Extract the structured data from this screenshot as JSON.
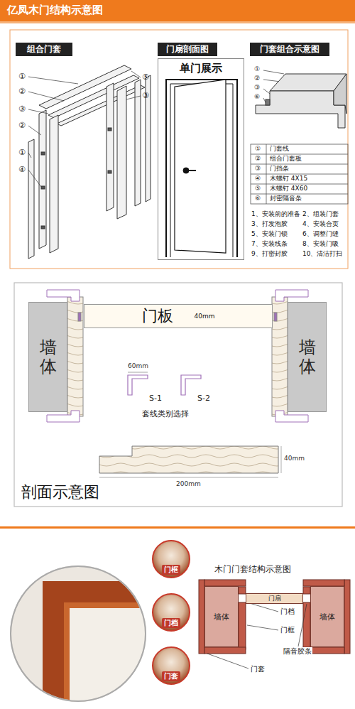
{
  "diagram": {
    "title": "亿凤木门结构示意图",
    "nodes": [
      {
        "text": [
          "组合门套"
        ]
      },
      {
        "text": [
          "门扇剖面图"
        ]
      },
      {
        "text": [
          "门套组合示意图"
        ]
      },
      {
        "text": [
          "单门展示"
        ]
      },
      {
        "text": [
          "墙体"
        ]
      },
      {
        "text": [
          "墙体"
        ]
      },
      {
        "text": [
          "门板",
          "40mm"
        ]
      },
      {
        "text": [
          "门框"
        ]
      },
      {
        "text": [
          "门档"
        ]
      },
      {
        "text": [
          "门套"
        ]
      },
      {
        "text": [
          "墙体"
        ]
      },
      {
        "text": [
          "墙体"
        ]
      },
      {
        "text": [
          "门扇"
        ]
      }
    ],
    "labels": [
      "①",
      "②",
      "③",
      "②",
      "①",
      "④",
      "⑤",
      "③",
      "①",
      "②",
      "③",
      "⑥",
      "①",
      "门套线",
      "②",
      "组合门套板",
      "③",
      "门挡条",
      "④",
      "木螺钉 4X15",
      "⑤",
      "木螺钉 4X60",
      "⑥",
      "封密隔音条",
      "1、安装前的准备",
      "2、组装门套",
      "3、打发泡胶",
      "4、安装合页",
      "5、安装门锁",
      "6、调整门缝",
      "7、安装线条",
      "8、安装门吸",
      "9、打密封胶",
      "10、清洁打扫",
      "60mm",
      "S-1",
      "S-2",
      "套线类别选择",
      "40mm",
      "200mm",
      "剖面示意图",
      "木门门套结构示意图",
      "门档",
      "门框",
      "隔音胶条",
      "门套"
    ]
  }
}
